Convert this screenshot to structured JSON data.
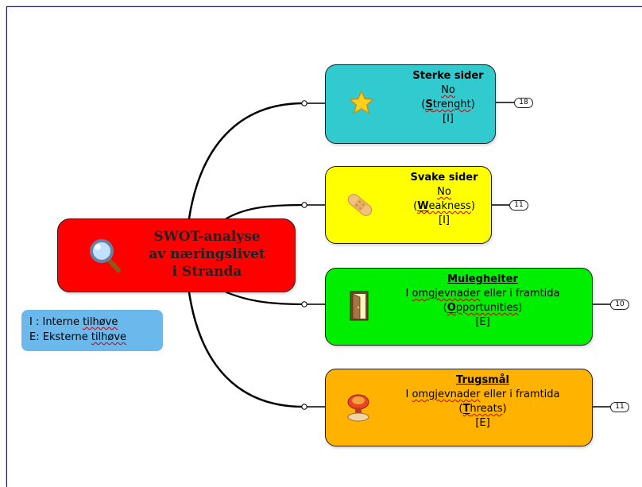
{
  "central": {
    "line1": "SWOT-analyse",
    "line2": "av næringslivet",
    "line3": "i Stranda",
    "icon": "magnifier-icon",
    "color": "#ff0000"
  },
  "topics": {
    "strength": {
      "heading": "Sterke sider",
      "line2": "No",
      "open": "(",
      "key_letter": "S",
      "rest": "trenght",
      "close": ")",
      "tag": "[I]",
      "badge": "18",
      "icon": "star-icon",
      "color": "#31cbcf"
    },
    "weakness": {
      "heading": "Svake sider",
      "line2": "No",
      "open": "(",
      "key_letter": "W",
      "rest": "eakness",
      "close": ")",
      "tag": "[I]",
      "badge": "11",
      "icon": "bandage-icon",
      "color": "#ffff00"
    },
    "opportunities": {
      "heading": "Mulegheiter",
      "w1": "I",
      "w2": "omgjevnader",
      "w3": "eller i framtida",
      "open": "(",
      "key_letter": "O",
      "rest": "pportunities",
      "close": ")",
      "tag": "[E]",
      "badge": "10",
      "icon": "door-icon",
      "color": "#00ee00"
    },
    "threats": {
      "heading": "Trugsmål",
      "w1": "I",
      "w2": "omgjevnader",
      "w3": "eller i framtida",
      "open": "(",
      "key_letter": "T",
      "rest": "hreats",
      "close": ")",
      "tag": "[E]",
      "badge": "11",
      "icon": "explosion-icon",
      "color": "#ffb300"
    }
  },
  "legend": {
    "line1_prefix": "I : Interne",
    "line1_word": "tilhøve",
    "line2_prefix": "E: Eksterne",
    "line2_word": "tilhøve",
    "color": "#6ab8ec"
  }
}
